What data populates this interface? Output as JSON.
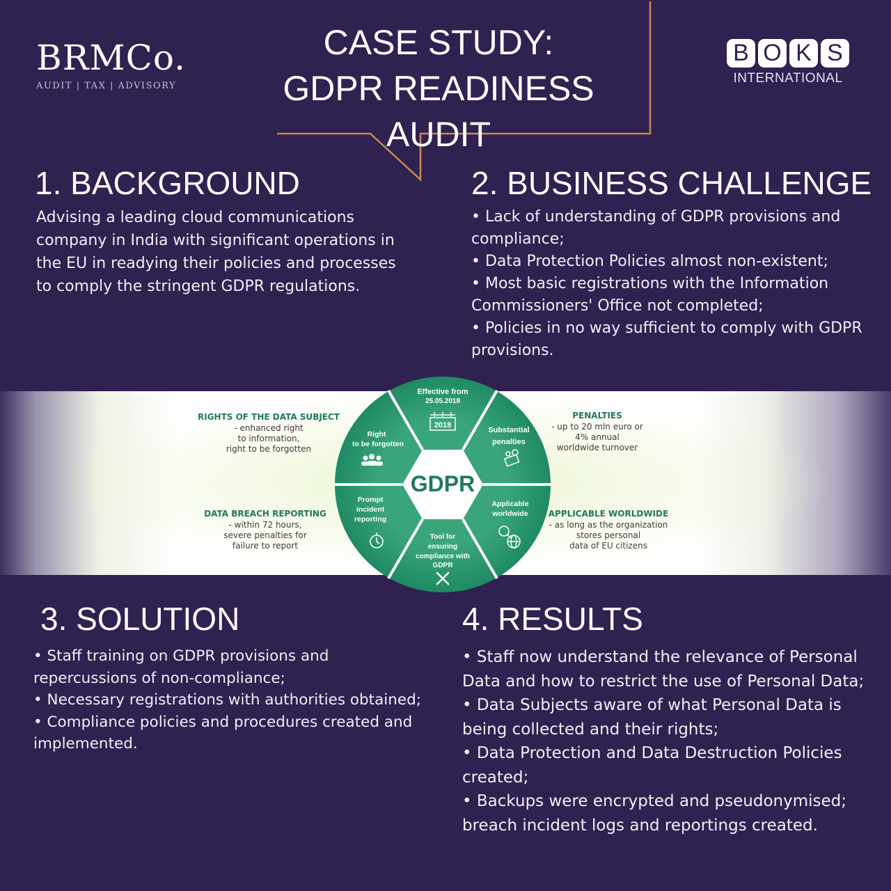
{
  "header": {
    "brm_name": "BRMCo.",
    "brm_tagline": "AUDIT | TAX | ADVISORY",
    "title_line1": "CASE STUDY:",
    "title_line2": "GDPR READINESS AUDIT",
    "boks_letters": [
      "B",
      "O",
      "K",
      "S"
    ],
    "boks_sub": "INTERNATIONAL"
  },
  "background": {
    "heading": "1. BACKGROUND",
    "text": "Advising a leading cloud communications company in India with significant operations in the EU in readying their policies and processes to comply the stringent GDPR regulations."
  },
  "challenge": {
    "heading": "2. BUSINESS CHALLENGE",
    "items": [
      "• Lack of understanding of GDPR provisions and compliance;",
      "• Data Protection Policies almost non-existent;",
      "• Most basic registrations with the Information Commissioners' Office not completed;",
      "• Policies in no way sufficient to comply with GDPR provisions."
    ]
  },
  "infographic": {
    "center": "GDPR",
    "segments": {
      "effective_title": "Effective from",
      "effective_date": "25.05.2018",
      "calendar_year": "2018",
      "substantial_1": "Substantial",
      "substantial_2": "penalties",
      "applicable_1": "Applicable",
      "applicable_2": "worldwide",
      "tool_1": "Tool for",
      "tool_2": "ensuring",
      "tool_3": "compliance with",
      "tool_4": "GDPR",
      "prompt_1": "Prompt",
      "prompt_2": "incident",
      "prompt_3": "reporting",
      "right_1": "Right",
      "right_2": "to be forgotten"
    },
    "rights": {
      "title": "RIGHTS OF THE DATA SUBJECT",
      "lines": [
        "- enhanced right",
        "to information,",
        "right to be forgotten"
      ]
    },
    "breach": {
      "title": "DATA BREACH REPORTING",
      "lines": [
        "- within 72 hours,",
        "severe penalties for",
        "failure to report"
      ]
    },
    "penalties": {
      "title": "PENALTIES",
      "lines": [
        "- up to 20 mln euro or",
        "4% annual",
        "worldwide turnover"
      ]
    },
    "applicable": {
      "title": "APPLICABLE WORLDWIDE",
      "lines": [
        "- as long as the organization",
        "stores personal",
        "data of EU citizens"
      ]
    },
    "colors": {
      "ring": "#1f8a63",
      "ring_light": "#3aa57a",
      "accent": "#1f7a5c"
    }
  },
  "solution": {
    "heading": "3. SOLUTION",
    "items": [
      "• Staff training on GDPR provisions and repercussions of non-compliance;",
      "• Necessary registrations with authorities obtained;",
      "• Compliance policies and procedures created and implemented."
    ]
  },
  "results": {
    "heading": "4. RESULTS",
    "items": [
      "• Staff now understand the relevance of Personal Data and how to restrict the use of Personal Data;",
      "• Data Subjects aware of what Personal Data is being collected and their rights;",
      "• Data Protection and Data Destruction Policies created;",
      "• Backups were encrypted and pseudonymised; breach incident logs and reportings created."
    ]
  },
  "colors": {
    "background": "#2f2150",
    "bubble_outline": "#c98a54"
  }
}
